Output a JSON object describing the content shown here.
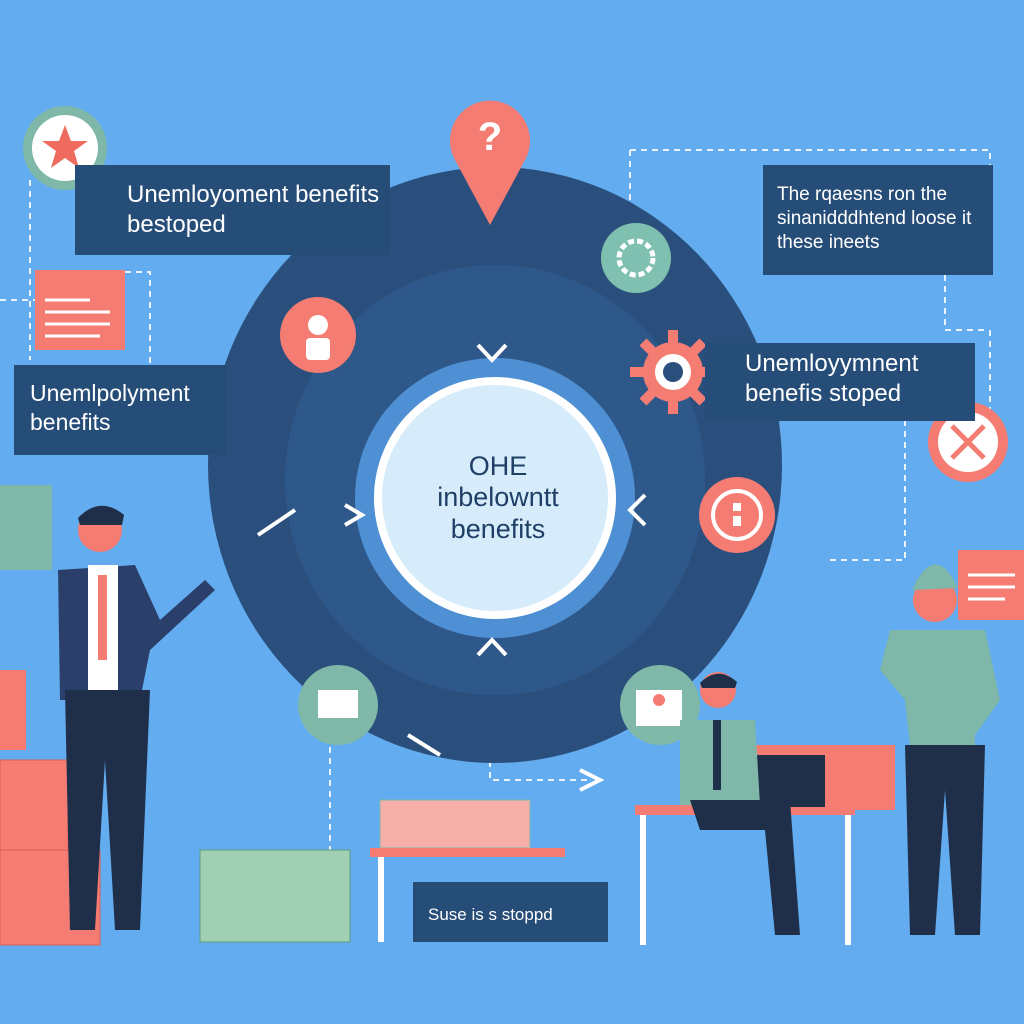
{
  "center": {
    "line1": "OHE",
    "line2": "inbelowntt",
    "line3": "benefits"
  },
  "labels": {
    "top_left": "Unemloyoment benefits bestoped",
    "top_right": "The rqaesns ron the sinanidddhtend loose it these ineets",
    "mid_left": "Unemlpolyment benefits",
    "mid_right": "Unemloyymnent benefis stoped",
    "bottom": "Suse is s stoppd"
  },
  "icons": [
    "star-icon",
    "question-pin-icon",
    "gear-icon",
    "person-icon",
    "sun-gear-icon",
    "x-close-icon",
    "info-icon",
    "presenter-icon",
    "document-icon"
  ],
  "colors": {
    "background": "#63acef",
    "ring": "#2a4f7c",
    "coral": "#f47c72",
    "teal": "#7fb8a8",
    "label": "#264d78"
  }
}
